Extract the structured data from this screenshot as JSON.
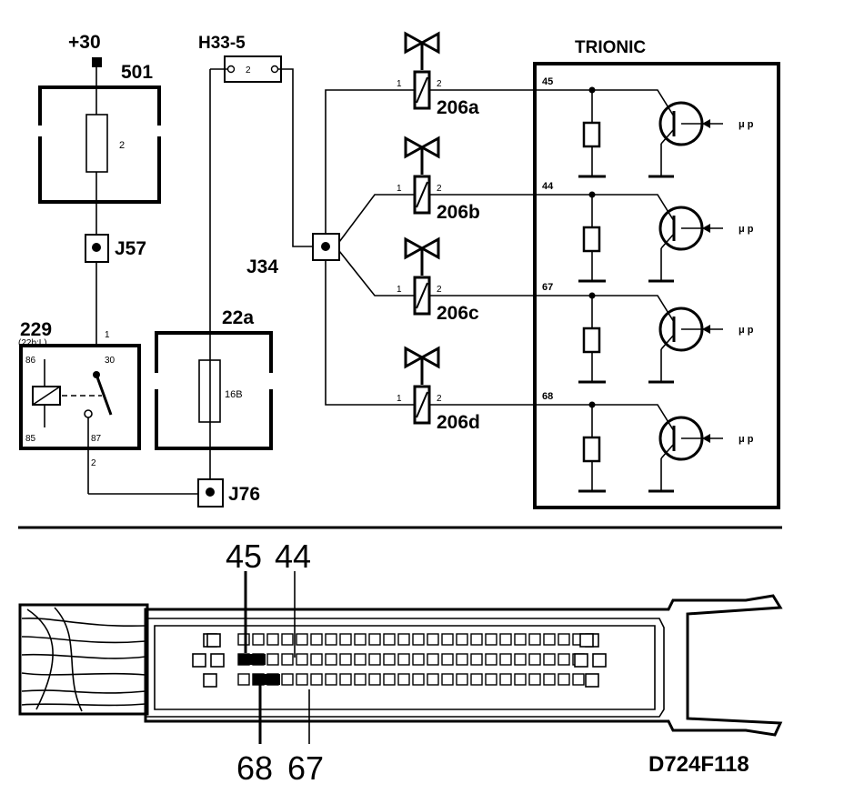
{
  "power": {
    "label": "+30"
  },
  "fusebox": {
    "id": "501",
    "fuse": "2"
  },
  "junction_j57": {
    "label": "J57"
  },
  "relay": {
    "id": "229",
    "sub": "(22b:L)",
    "pins": {
      "p86": "86",
      "p30": "30",
      "p85": "85",
      "p87": "87"
    },
    "wire_in": "1",
    "wire_out": "2"
  },
  "fuse_22a": {
    "id": "22a",
    "fuse": "16B"
  },
  "junction_j76": {
    "label": "J76"
  },
  "connector_h33": {
    "id": "H33-5",
    "pin": "2"
  },
  "junction_j34": {
    "label": "J34"
  },
  "valves": [
    {
      "id": "206a",
      "pin1": "1",
      "pin2": "2"
    },
    {
      "id": "206b",
      "pin1": "1",
      "pin2": "2"
    },
    {
      "id": "206c",
      "pin1": "1",
      "pin2": "2"
    },
    {
      "id": "206d",
      "pin1": "1",
      "pin2": "2"
    }
  ],
  "ecu": {
    "title": "TRIONIC",
    "pins": [
      "45",
      "44",
      "67",
      "68"
    ],
    "mu_label": "μ p"
  },
  "connector_view": {
    "top_labels": [
      "45",
      "44"
    ],
    "bottom_labels": [
      "68",
      "67"
    ]
  },
  "figure_code": "D724F118"
}
